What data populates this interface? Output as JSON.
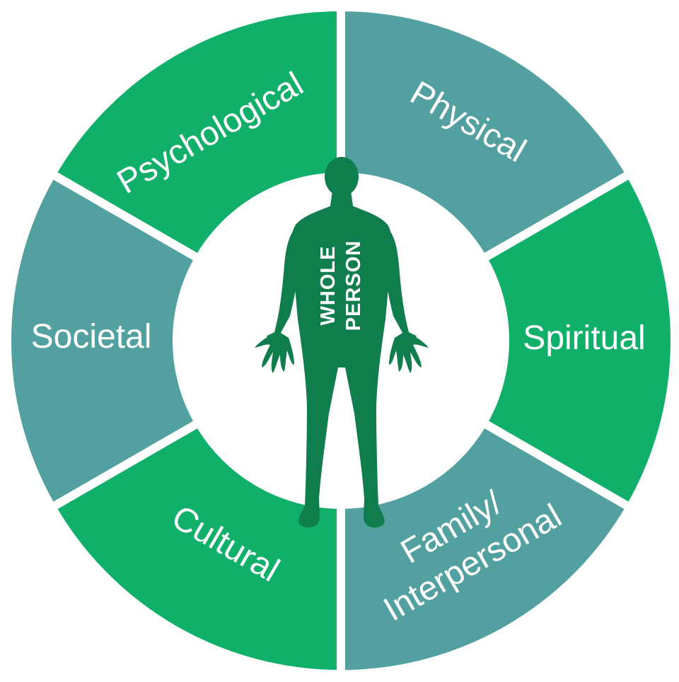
{
  "colors": {
    "green": "#10b06a",
    "teal": "#52a0a0",
    "figure": "#0f7d4c",
    "background": "#ffffff",
    "label_text": "#ffffff"
  },
  "center": {
    "icon": "human-figure-icon",
    "label_line1": "WHOLE",
    "label_line2": "PERSON"
  },
  "segments": [
    {
      "id": "physical",
      "label": "Physical",
      "color": "#52a0a0"
    },
    {
      "id": "spiritual",
      "label": "Spiritual",
      "color": "#10b06a"
    },
    {
      "id": "family",
      "label_line1": "Family/",
      "label_line2": "Interpersonal",
      "color": "#52a0a0"
    },
    {
      "id": "cultural",
      "label": "Cultural",
      "color": "#10b06a"
    },
    {
      "id": "societal",
      "label": "Societal",
      "color": "#52a0a0"
    },
    {
      "id": "psychological",
      "label": "Psychological",
      "color": "#10b06a"
    }
  ]
}
